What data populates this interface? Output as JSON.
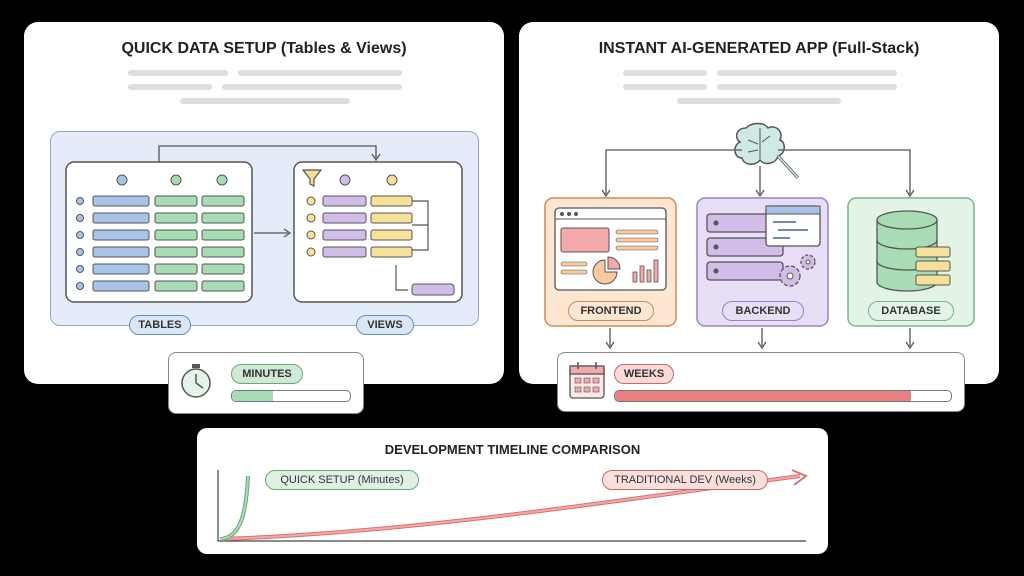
{
  "left_panel": {
    "title": "QUICK DATA SETUP (Tables & Views)",
    "tables_label": "TABLES",
    "views_label": "VIEWS",
    "time_label": "MINUTES",
    "progress": 0.35
  },
  "right_panel": {
    "title": "INSTANT AI-GENERATED APP (Full-Stack)",
    "frontend_label": "FRONTEND",
    "backend_label": "BACKEND",
    "database_label": "DATABASE",
    "time_label": "WEEKS",
    "progress": 0.88
  },
  "timeline": {
    "title": "DEVELOPMENT TIMELINE COMPARISON",
    "quick_label": "QUICK SETUP (Minutes)",
    "traditional_label": "TRADITIONAL DEV (Weeks)"
  },
  "colors": {
    "blue": "#a9c3e8",
    "green": "#a8dcb4",
    "purple": "#d2bde9",
    "yellow": "#f5e19a",
    "orange": "#f7caa0",
    "red": "#f3a9a9",
    "panel_blue": "#e3ecf8"
  }
}
